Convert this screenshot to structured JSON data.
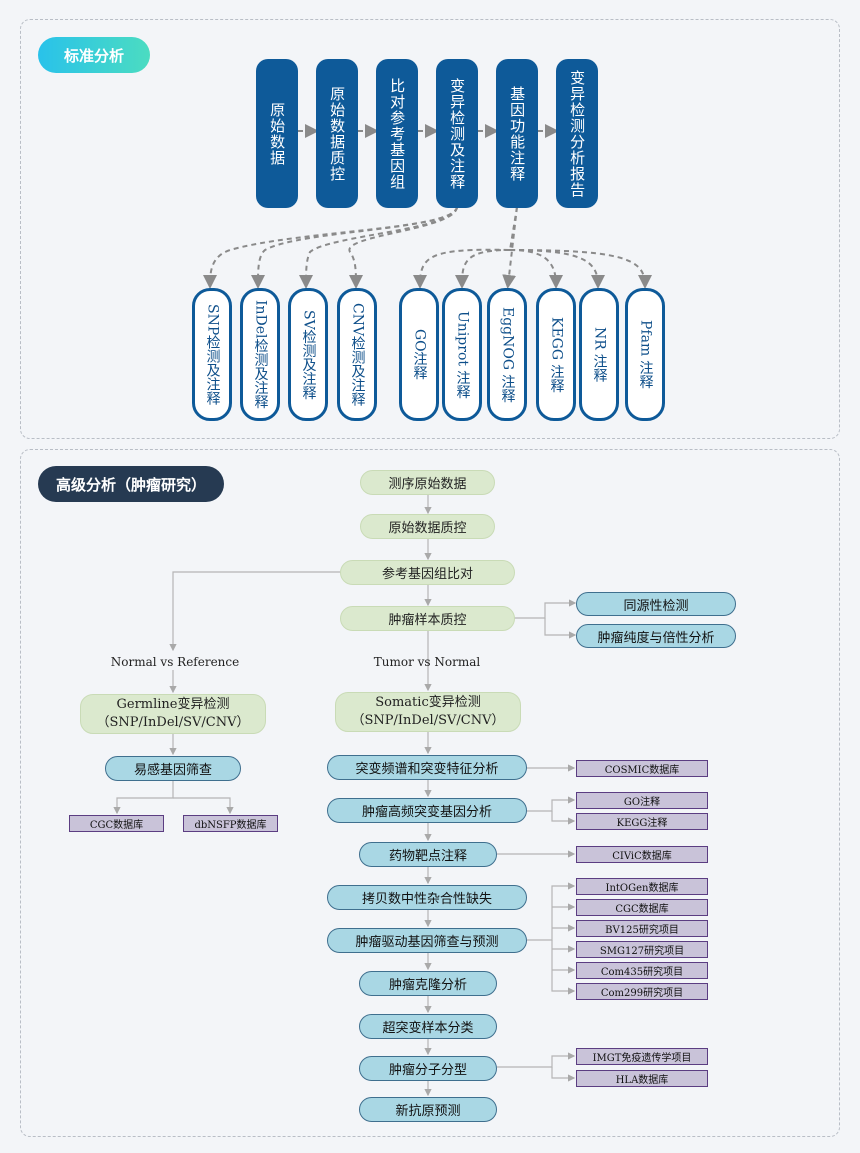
{
  "standard": {
    "badge": "标准分析",
    "pipeline": [
      "原始数据",
      "原始数据质控",
      "比对参考基因组",
      "变异检测及注释",
      "基因功能注释",
      "变异检测分析报告"
    ],
    "variant_outputs": [
      "SNP检测及注释",
      "InDel检测及注释",
      "SV检测及注释",
      "CNV检测及注释"
    ],
    "function_outputs": [
      "GO注释",
      "Uniprot 注释",
      "EggNOG 注释",
      "KEGG 注释",
      "NR 注释",
      "Pfam 注释"
    ]
  },
  "advanced": {
    "badge": "高级分析（肿瘤研究）",
    "main_steps": [
      "测序原始数据",
      "原始数据质控",
      "参考基因组比对",
      "肿瘤样本质控"
    ],
    "qc_outputs": [
      "同源性检测",
      "肿瘤纯度与倍性分析"
    ],
    "normal_label": "Normal vs Reference",
    "tumor_label": "Tumor vs Normal",
    "germline": "Germline变异检测（SNP/InDel/SV/CNV）",
    "germline_line1": "Germline变异检测",
    "germline_line2": "（SNP/InDel/SV/CNV）",
    "susceptibility": "易感基因筛查",
    "germline_dbs": [
      "CGC数据库",
      "dbNSFP数据库"
    ],
    "somatic_line1": "Somatic变异检测",
    "somatic_line2": "（SNP/InDel/SV/CNV）",
    "somatic_steps": [
      "突变频谱和突变特征分析",
      "肿瘤高频突变基因分析",
      "药物靶点注释",
      "拷贝数中性杂合性缺失",
      "肿瘤驱动基因筛查与预测",
      "肿瘤克隆分析",
      "超突变样本分类",
      "肿瘤分子分型",
      "新抗原预测"
    ],
    "db_cosmic": "COSMIC数据库",
    "db_highfreq": [
      "GO注释",
      "KEGG注释"
    ],
    "db_civic": "CIViC数据库",
    "db_driver": [
      "IntOGen数据库",
      "CGC数据库",
      "BV125研究项目",
      "SMG127研究项目",
      "Com435研究项目",
      "Com299研究项目"
    ],
    "db_subtype": [
      "IMGT免疫遗传学项目",
      "HLA数据库"
    ]
  },
  "colors": {
    "dark_blue": "#0e5a99",
    "light_green": "#dbe9ce",
    "light_blue": "#a9d7e4",
    "purple": "#c9c3d9",
    "badge_navy": "#263a52"
  }
}
